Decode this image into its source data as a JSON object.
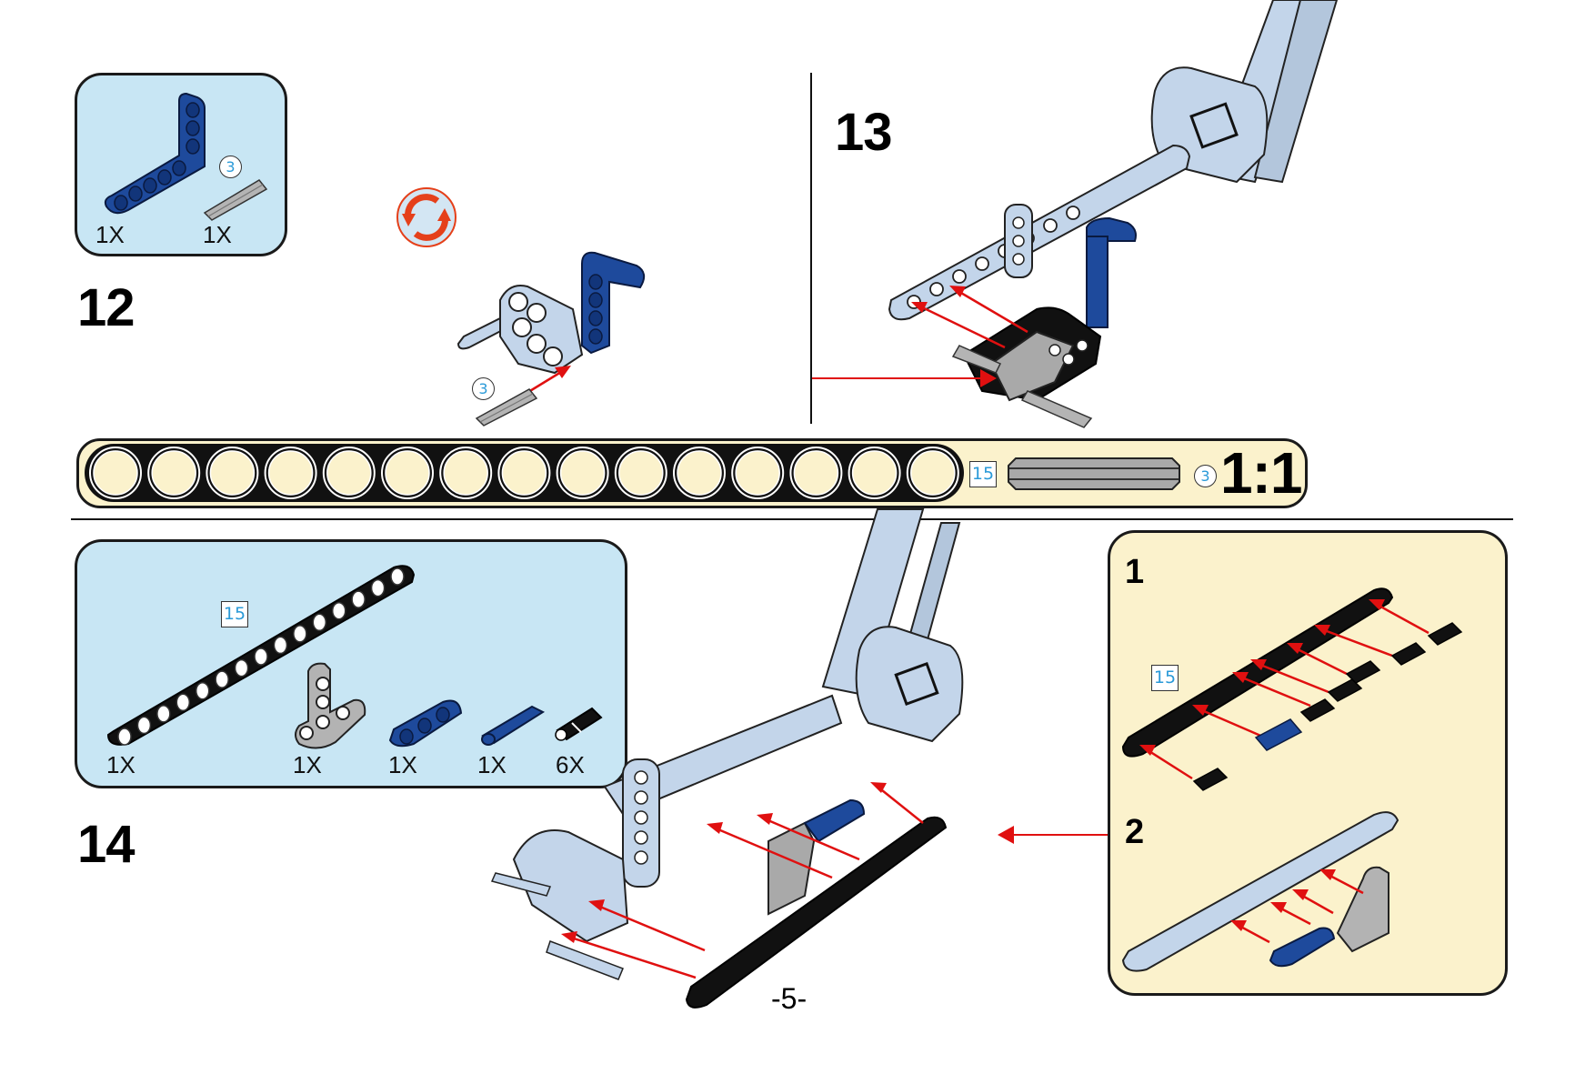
{
  "page": {
    "page_number_label": "-5-"
  },
  "colors": {
    "parts_box_bg": "#c8e6f4",
    "sub_box_bg": "#fbf2cc",
    "light_bluish_gray": "#c3d5ea",
    "dark_blue": "#1e4a9c",
    "light_gray": "#a9a9a9",
    "black": "#111111",
    "arrow_red": "#e01010",
    "length_label": "#2a9ad8"
  },
  "steps": [
    {
      "number": "12",
      "parts": [
        {
          "name": "L-beam 3x5 (dark blue)",
          "icon": "l-beam-icon",
          "qty": "1X"
        },
        {
          "name": "Axle (length 3)",
          "icon": "axle-icon",
          "length": "3",
          "qty": "1X"
        }
      ],
      "rotate_icon": "rotate-model-icon",
      "callout_length": "3"
    },
    {
      "number": "13",
      "icon": "model-assembly-icon"
    },
    {
      "number": "14",
      "parts": [
        {
          "name": "Beam 15 (black)",
          "icon": "beam-15-icon",
          "length": "15",
          "qty": "1X"
        },
        {
          "name": "T-beam 3x3 (light gray)",
          "icon": "t-beam-icon",
          "qty": "1X"
        },
        {
          "name": "Beam 3 (dark blue)",
          "icon": "beam-3-icon",
          "qty": "1X"
        },
        {
          "name": "Axle pin (blue)",
          "icon": "axle-pin-icon",
          "qty": "1X"
        },
        {
          "name": "Friction pin (black)",
          "icon": "pin-icon",
          "qty": "6X"
        }
      ],
      "sub_steps": [
        {
          "number": "1",
          "length": "15"
        },
        {
          "number": "2"
        }
      ]
    }
  ],
  "ruler": {
    "beam_holes": 15,
    "beam_length_label": "15",
    "axle_length_label": "3",
    "scale_label": "1:1"
  }
}
